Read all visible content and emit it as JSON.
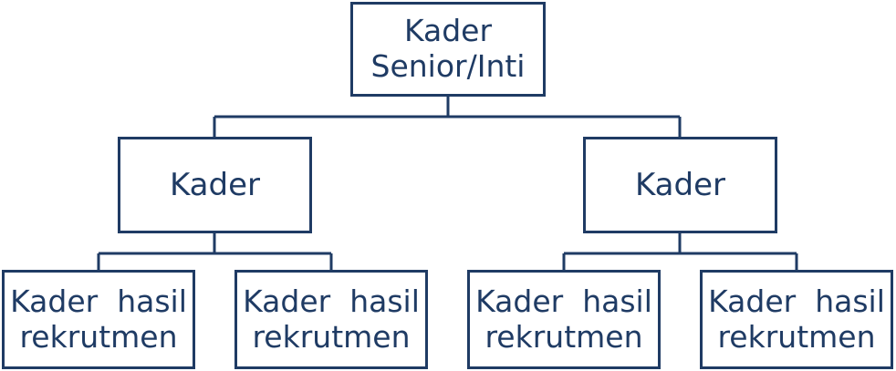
{
  "colors": {
    "stroke": "#1f3b64",
    "text": "#1f3b64",
    "background": "#ffffff"
  },
  "root": {
    "line1": "Kader",
    "line2": "Senior/Inti"
  },
  "middle": [
    {
      "label": "Kader"
    },
    {
      "label": "Kader"
    }
  ],
  "leaves": [
    {
      "line1": "Kader  hasil",
      "line2": "rekrutmen"
    },
    {
      "line1": "Kader  hasil",
      "line2": "rekrutmen"
    },
    {
      "line1": "Kader  hasil",
      "line2": "rekrutmen"
    },
    {
      "line1": "Kader  hasil",
      "line2": "rekrutmen"
    }
  ]
}
